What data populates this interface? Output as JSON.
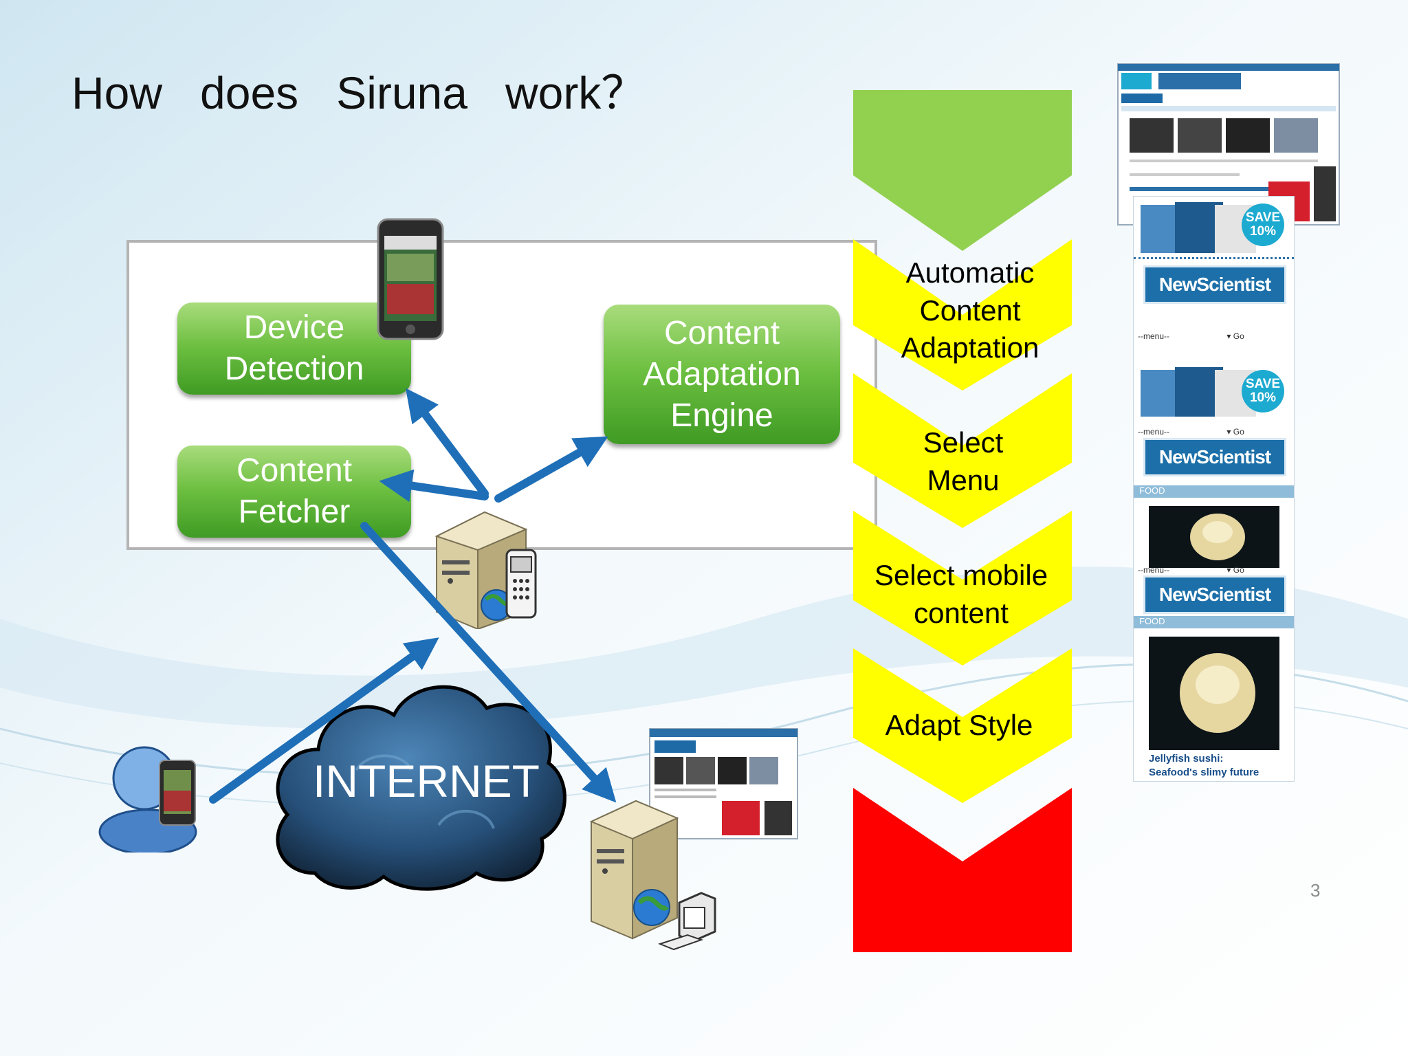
{
  "slide": {
    "title": "How   does   Siruna   work？",
    "page_number": "3"
  },
  "diagram": {
    "boxes": {
      "device_detection": "Device\nDetection",
      "content_fetcher": "Content\nFetcher",
      "content_adaptation_engine": "Content\nAdaptation\nEngine"
    },
    "cloud_label": "INTERNET"
  },
  "pipeline": {
    "steps": [
      "Automatic\nContent\nAdaptation",
      "Select\nMenu",
      "Select mobile\ncontent",
      "Adapt Style"
    ],
    "colors": {
      "start": "#92d050",
      "step": "#ffff00",
      "end": "#ff0000"
    }
  },
  "screenshots": {
    "logo_text": "NewScientist",
    "save_badge": "SAVE\n10%",
    "food_label": "FOOD",
    "menu_label": "--menu--",
    "go_label": "▾ Go",
    "caption": "Jellyfish sushi:\nSeafood's slimy future"
  },
  "colors": {
    "arrow": "#1f6fb8",
    "box_green": "#5cb030"
  }
}
